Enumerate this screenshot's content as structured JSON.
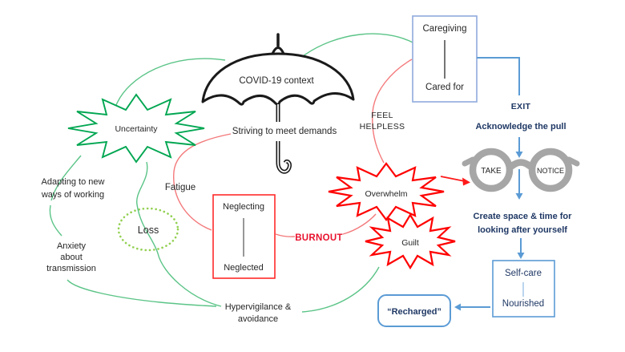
{
  "title": "COVID-19 context caregiving burnout and self-care diagram",
  "colors": {
    "green_shape": "#00A651",
    "green_curve": "#5BC487",
    "loss_green": "#92D050",
    "red_shape": "#FF0000",
    "red_curve": "#F4797B",
    "burnout_red": "#E8112D",
    "blue_connector": "#5B9BD5",
    "navy_text": "#1F3864",
    "glasses_gray": "#A6A6A6",
    "box_blue_border": "#8FAADC"
  },
  "umbrella": {
    "label": "COVID-19 context",
    "sub_label": "Striving to meet demands"
  },
  "left_cycle": {
    "uncertainty": "Uncertainty",
    "adapting": [
      "Adapting to new",
      "ways of working"
    ],
    "anxiety": [
      "Anxiety",
      "about",
      "transmission"
    ],
    "loss": "Loss",
    "fatigue": "Fatigue",
    "hypervigilance": [
      "Hypervigilance &",
      "avoidance"
    ]
  },
  "burnout_cycle": {
    "neglect_box": {
      "top": "Neglecting",
      "bottom": "Neglected"
    },
    "burnout": "BURNOUT",
    "overwhelm": "Overwhelm",
    "guilt": "Guilt",
    "feel_helpless": [
      "FEEL",
      "HELPLESS"
    ],
    "care_box": {
      "top": "Caregiving",
      "bottom": "Cared for"
    }
  },
  "exit_path": {
    "exit": "EXIT",
    "acknowledge": "Acknowledge the pull",
    "glasses": {
      "left": "TAKE",
      "right": "NOTICE"
    },
    "create_space": [
      "Create space & time for",
      "looking after yourself"
    ],
    "selfcare_box": {
      "top": "Self-care",
      "bottom": "Nourished"
    },
    "recharged": "“Recharged”"
  }
}
